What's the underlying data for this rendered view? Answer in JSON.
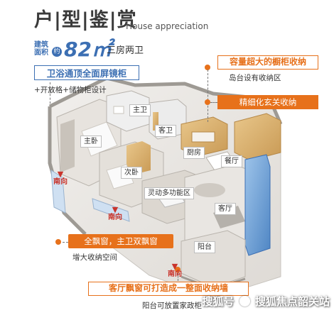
{
  "header": {
    "title_zh": "户|型|鉴|赏",
    "title_en": "House appreciation"
  },
  "area": {
    "label": "建筑面积",
    "about": "约",
    "value": "82㎡",
    "layout": "三房两卫"
  },
  "callouts": {
    "bath_mirror": "卫浴通顶全面屏镜柜",
    "bath_note": "+开放格+储物柜设计",
    "cabinet": "容量超大的橱柜收纳",
    "island": "岛台设有收纳区",
    "entry": "精细化玄关收纳",
    "bay_window": "全飘窗，主卫双飘窗",
    "storage": "增大收纳空间",
    "living_bay": "客厅飘窗可打造成一整面收纳墙",
    "balcony_note": "阳台可放置家政柜"
  },
  "rooms": {
    "master_bath": "主卫",
    "guest_bath": "客卫",
    "master_bed": "主卧",
    "kitchen": "厨房",
    "dining": "餐厅",
    "second_bed": "次卧",
    "flex_area": "灵动多功能区",
    "living": "客厅",
    "balcony": "阳台"
  },
  "directions": {
    "south": "南向"
  },
  "watermark": {
    "text_1": "搜狐号",
    "text_2": "搜狐焦点韶关站"
  },
  "colors": {
    "blue": "#3c6fb3",
    "orange": "#e7711b",
    "south_red": "#c9342c"
  }
}
